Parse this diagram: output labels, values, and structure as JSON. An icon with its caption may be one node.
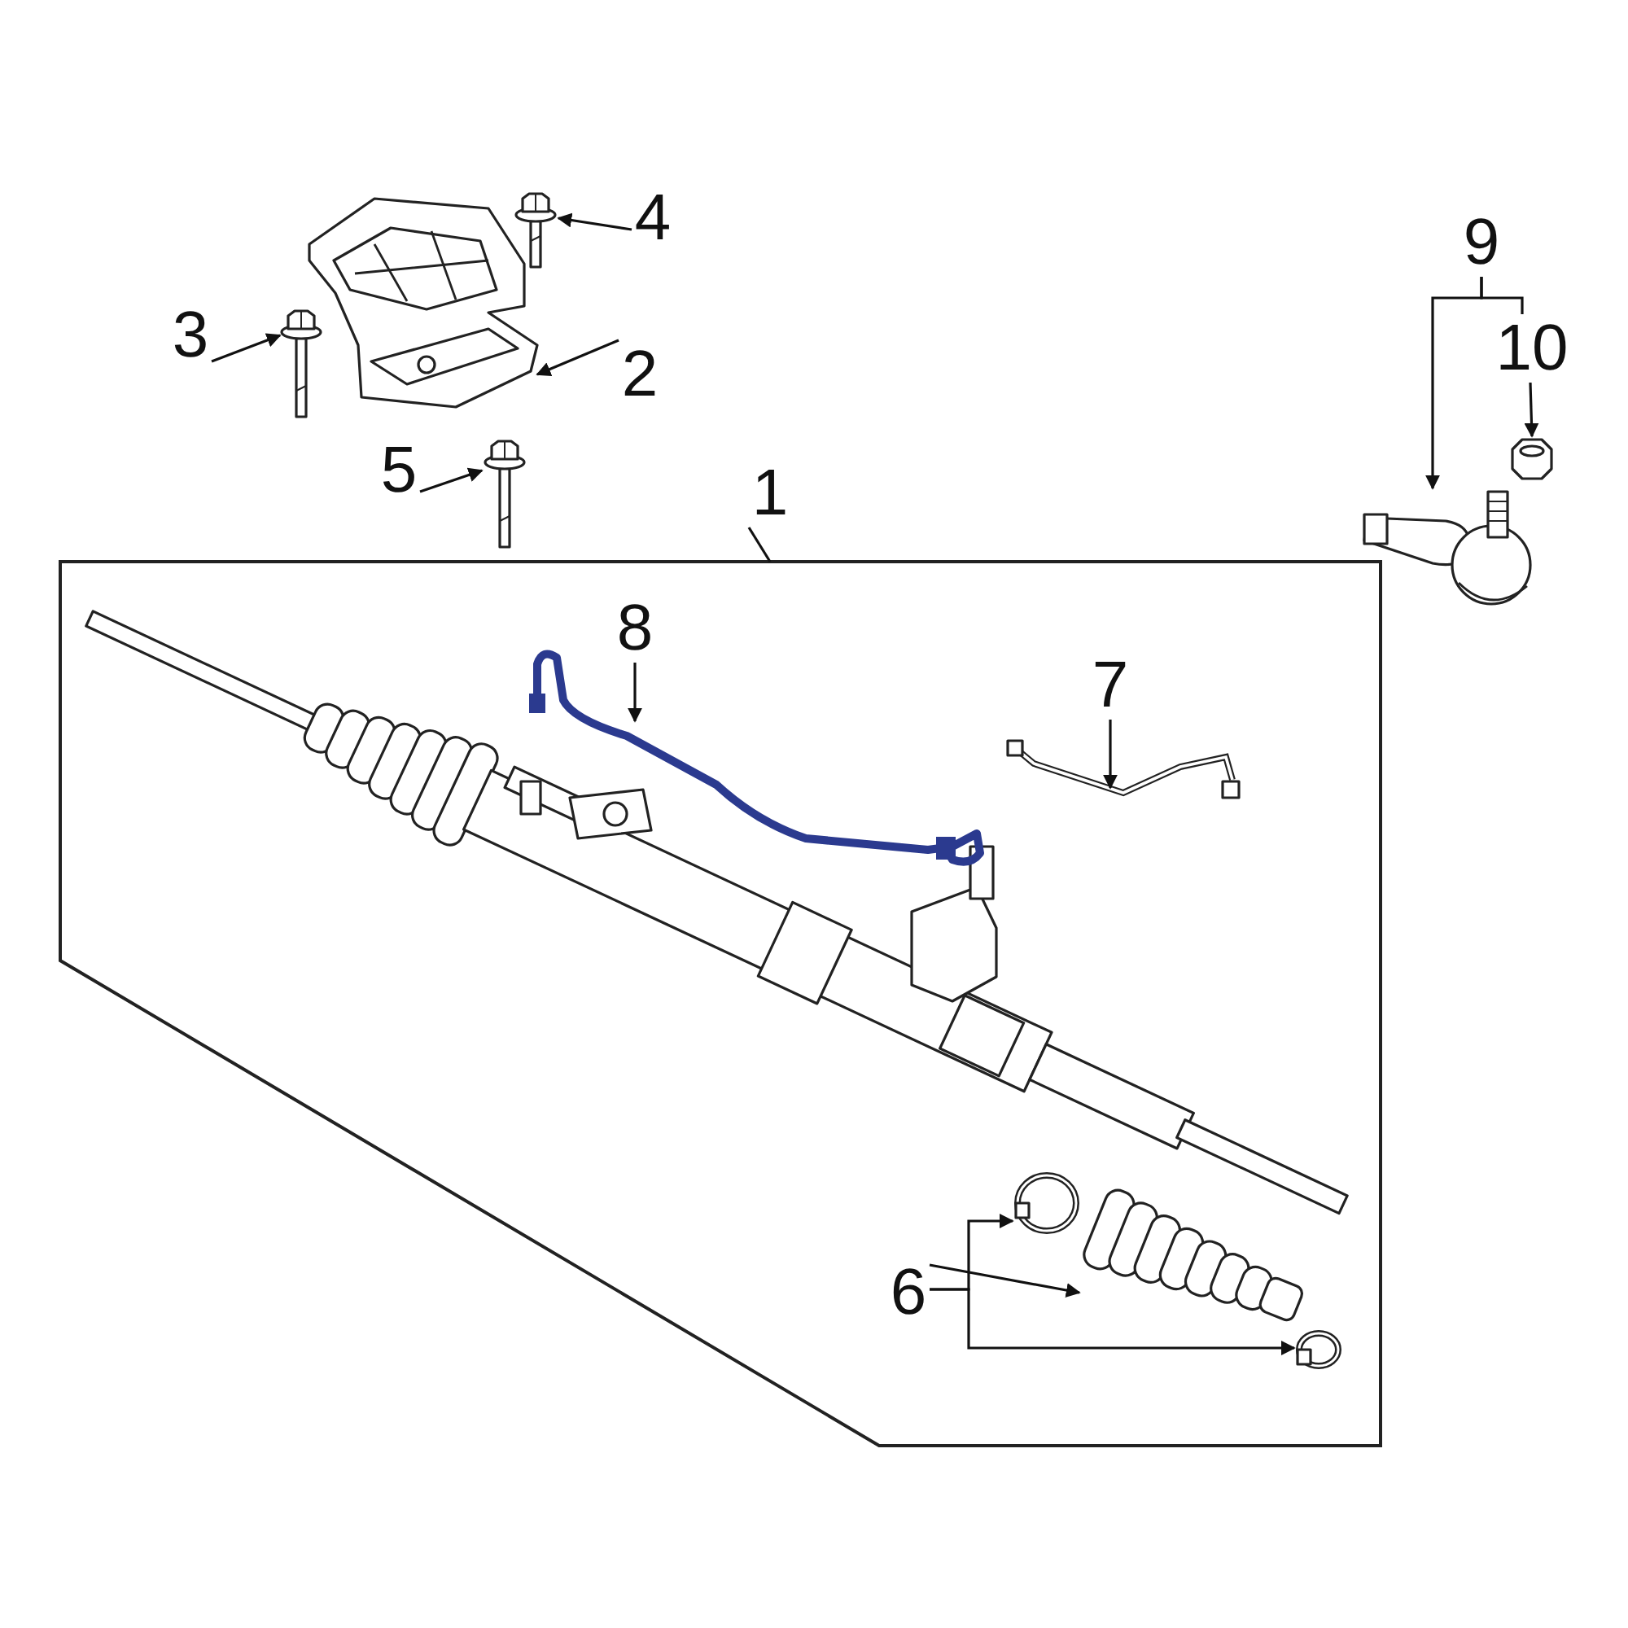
{
  "diagram": {
    "nodes": [
      {
        "text": [
          "4"
        ]
      },
      {
        "text": [],
        "shape": "picture"
      },
      {
        "text": [
          "3"
        ]
      },
      {
        "text": [],
        "shape": "picture"
      },
      {
        "text": [
          "2"
        ]
      },
      {
        "text": [],
        "shape": "picture"
      },
      {
        "text": [
          "5"
        ]
      },
      {
        "text": [],
        "shape": "picture"
      },
      {
        "text": [
          "9"
        ]
      },
      {
        "text": [],
        "shape": "picture"
      },
      {
        "text": [
          "10"
        ]
      },
      {
        "text": [],
        "shape": "picture"
      },
      {
        "text": [
          "1"
        ]
      },
      {
        "text": [],
        "shape": "box"
      },
      {
        "text": [
          "8"
        ],
        "in": 13
      },
      {
        "text": [],
        "shape": "picture",
        "in": 13
      },
      {
        "text": [
          "7"
        ],
        "in": 13
      },
      {
        "text": [],
        "shape": "picture",
        "in": 13
      },
      {
        "text": [
          "6"
        ],
        "in": 13
      },
      {
        "text": [],
        "shape": "circle",
        "in": 13
      },
      {
        "text": [],
        "shape": "picture",
        "in": 13
      },
      {
        "text": [],
        "shape": "circle",
        "in": 13
      }
    ],
    "edges": [
      {
        "from": 0,
        "to": 1,
        "arrow": "to"
      },
      {
        "from": 2,
        "to": 3,
        "arrow": "to"
      },
      {
        "from": 4,
        "to": 5,
        "arrow": "to"
      },
      {
        "from": 6,
        "to": 7,
        "arrow": "to"
      },
      {
        "from": 8,
        "to": 9,
        "arrow": "to"
      },
      {
        "from": 8,
        "to": 10,
        "arrow": "none"
      },
      {
        "from": 10,
        "to": 11,
        "arrow": "to"
      },
      {
        "from": 12,
        "to": 13,
        "arrow": "none"
      },
      {
        "from": 14,
        "to": 15,
        "arrow": "to"
      },
      {
        "from": 16,
        "to": 17,
        "arrow": "to"
      },
      {
        "from": 18,
        "to": 19,
        "arrow": "to"
      },
      {
        "from": 18,
        "to": 20,
        "arrow": "to"
      },
      {
        "from": 18,
        "to": 21,
        "arrow": "to"
      }
    ]
  }
}
